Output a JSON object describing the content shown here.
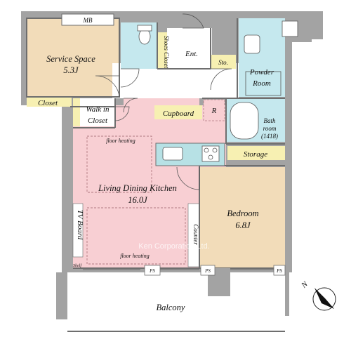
{
  "rooms": {
    "service_space": {
      "name": "Service Space",
      "size": "5.3J"
    },
    "ldk": {
      "name": "Living Dining Kitchen",
      "size": "16.0J"
    },
    "bedroom": {
      "name": "Bedroom",
      "size": "6.8J"
    },
    "powder_room": {
      "line1": "Powder",
      "line2": "Room"
    },
    "bathroom": {
      "line1": "Bath",
      "line2": "room",
      "line3": "(1418)"
    },
    "balcony": {
      "name": "Balcony"
    },
    "entrance": {
      "name": "Ent."
    }
  },
  "storage": {
    "closet": "Closet",
    "walk_in_closet_line1": "Walk in",
    "walk_in_closet_line2": "Closet",
    "cupboard": "Cupboard",
    "storage": "Storage",
    "shoes_closet": "Shoes Closet",
    "sto": "Sto.",
    "tv_board": "TV Board",
    "counter": "Counter",
    "shelf": "Shelf"
  },
  "labels": {
    "mb": "MB",
    "refrigerator": "R",
    "floor_heating_top": "floor heating",
    "floor_heating_bottom": "floor heating",
    "ps1": "PS",
    "ps2": "PS",
    "ps3": "PS",
    "watermark": "Ken Corporation Ltd.",
    "north": "N"
  },
  "colors": {
    "service_space": "#f2dcb9",
    "ldk": "#f8cfd3",
    "bedroom": "#f2dcb9",
    "wet_area": "#c5e8ee",
    "storage": "#f7f0b2",
    "wall": "#a3a3a3",
    "counter_top": "#b7e1e5"
  }
}
